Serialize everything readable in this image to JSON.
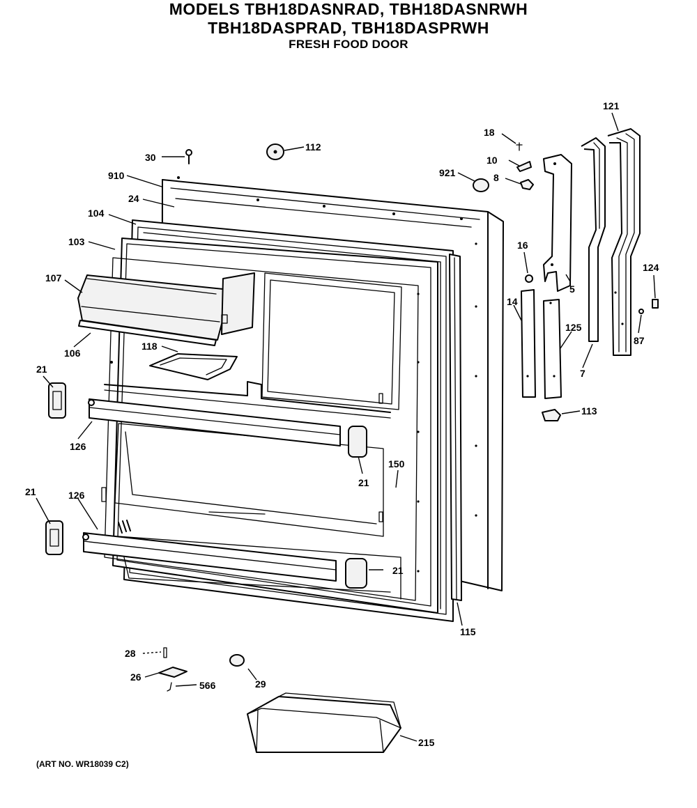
{
  "header": {
    "line1": "MODELS TBH18DASNRAD, TBH18DASNRWH",
    "line2": "TBH18DASPRAD, TBH18DASPRWH",
    "line3": "FRESH FOOD DOOR"
  },
  "footer": {
    "art_no": "(ART NO. WR18039 C2)"
  },
  "callouts": {
    "c30": "30",
    "c112": "112",
    "c910": "910",
    "c24": "24",
    "c104": "104",
    "c103": "103",
    "c107": "107",
    "c106": "106",
    "c118": "118",
    "c21a": "21",
    "c126a": "126",
    "c21b": "21",
    "c126b": "126",
    "c21c": "21",
    "c21d": "21",
    "c150": "150",
    "c115": "115",
    "c18": "18",
    "c10": "10",
    "c921": "921",
    "c8": "8",
    "c121": "121",
    "c16": "16",
    "c5": "5",
    "c14": "14",
    "c125": "125",
    "c124": "124",
    "c87": "87",
    "c7": "7",
    "c113": "113",
    "c28": "28",
    "c26": "26",
    "c566": "566",
    "c29": "29",
    "c215": "215"
  }
}
